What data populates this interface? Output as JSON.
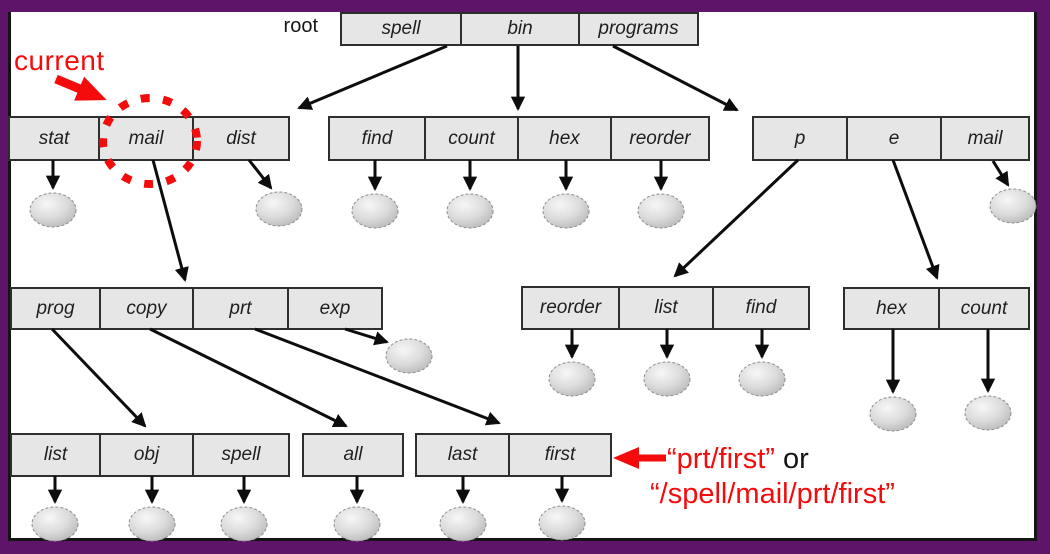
{
  "figure": {
    "root_label": "root",
    "current_label": "current",
    "path_caption": {
      "line1_red": "“prt/first”",
      "line1_black": " or",
      "line2_red": "“/spell/mail/prt/first”"
    }
  },
  "groups": {
    "top": {
      "boxes": [
        "spell",
        "bin",
        "programs"
      ]
    },
    "l1_left": {
      "boxes": [
        "stat",
        "mail",
        "dist"
      ]
    },
    "l1_mid": {
      "boxes": [
        "find",
        "count",
        "hex",
        "reorder"
      ]
    },
    "l1_right": {
      "boxes": [
        "p",
        "e",
        "mail"
      ]
    },
    "l2_left": {
      "boxes": [
        "prog",
        "copy",
        "prt",
        "exp"
      ]
    },
    "l2_mid": {
      "boxes": [
        "reorder",
        "list",
        "find"
      ]
    },
    "l2_right": {
      "boxes": [
        "hex",
        "count"
      ]
    },
    "l3_left": {
      "boxes": [
        "list",
        "obj",
        "spell"
      ]
    },
    "l3_mid": {
      "boxes": [
        "all"
      ]
    },
    "l3_right": {
      "boxes": [
        "last",
        "first"
      ]
    }
  },
  "colors": {
    "frame_purple": "#5e1569",
    "inner_border": "#151515",
    "background": "#ffffff",
    "box_fill": "#e7e6e6",
    "box_border": "#2e2e2e",
    "arrow_black": "#0d0d0d",
    "annotation_red": "#f40b0b",
    "file_light": "#f6f6f6",
    "file_dark": "#b9b9b9"
  }
}
